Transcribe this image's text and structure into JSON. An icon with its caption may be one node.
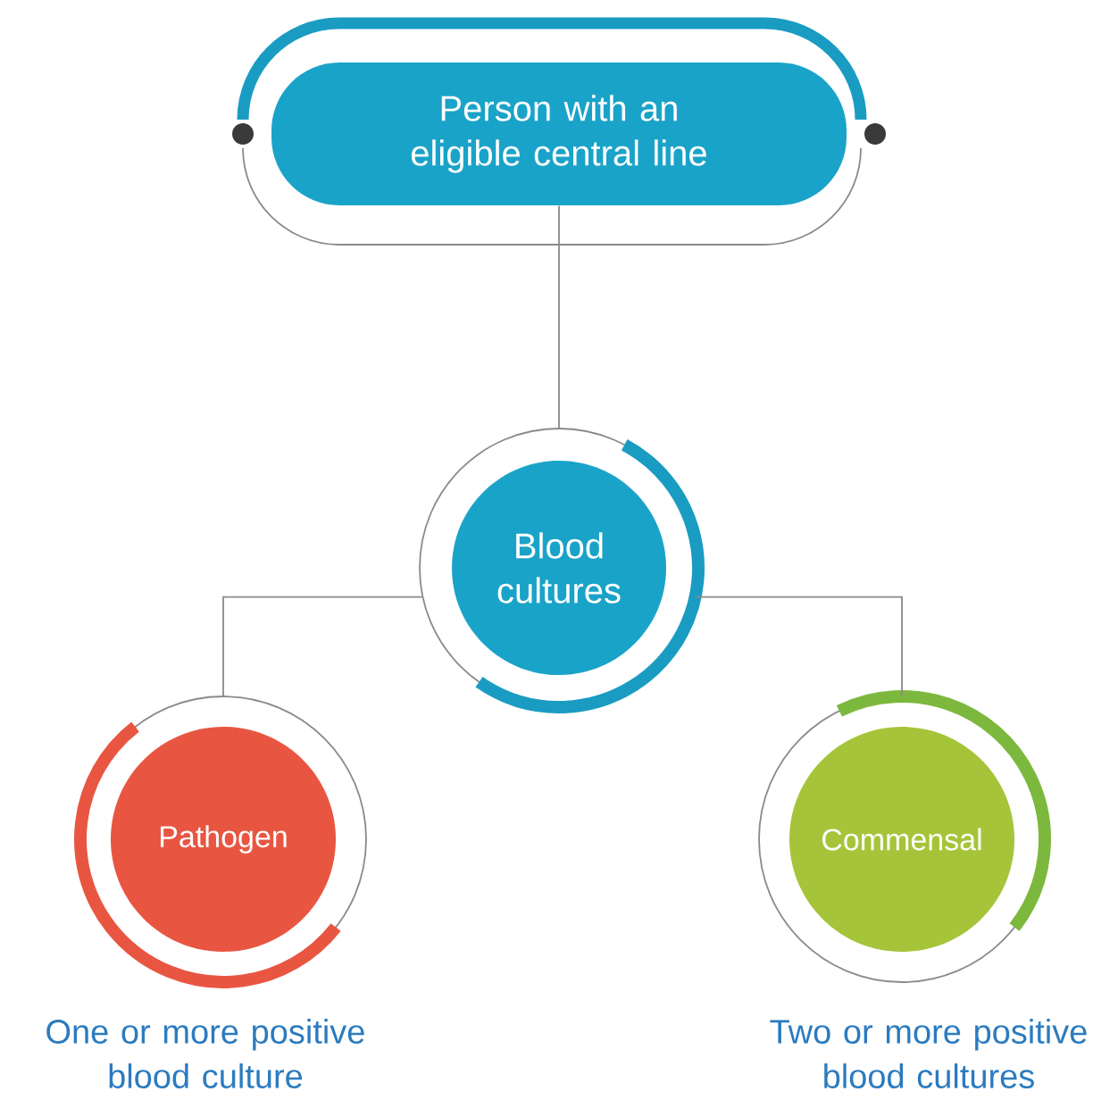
{
  "diagram": {
    "nodes": [
      {
        "text": [
          "Person with an eligible central line"
        ]
      },
      {
        "text": [
          "Blood cultures"
        ]
      },
      {
        "text": [
          "Pathogen"
        ],
        "beside": [
          "One or more positive blood culture"
        ]
      },
      {
        "text": [
          "Commensal"
        ],
        "beside": [
          "Two or more positive blood cultures"
        ]
      }
    ],
    "edges": [
      {
        "from": 0,
        "to": 1,
        "arrow": "none"
      },
      {
        "from": 1,
        "to": 2,
        "arrow": "none"
      },
      {
        "from": 1,
        "to": 3,
        "arrow": "none"
      }
    ]
  }
}
